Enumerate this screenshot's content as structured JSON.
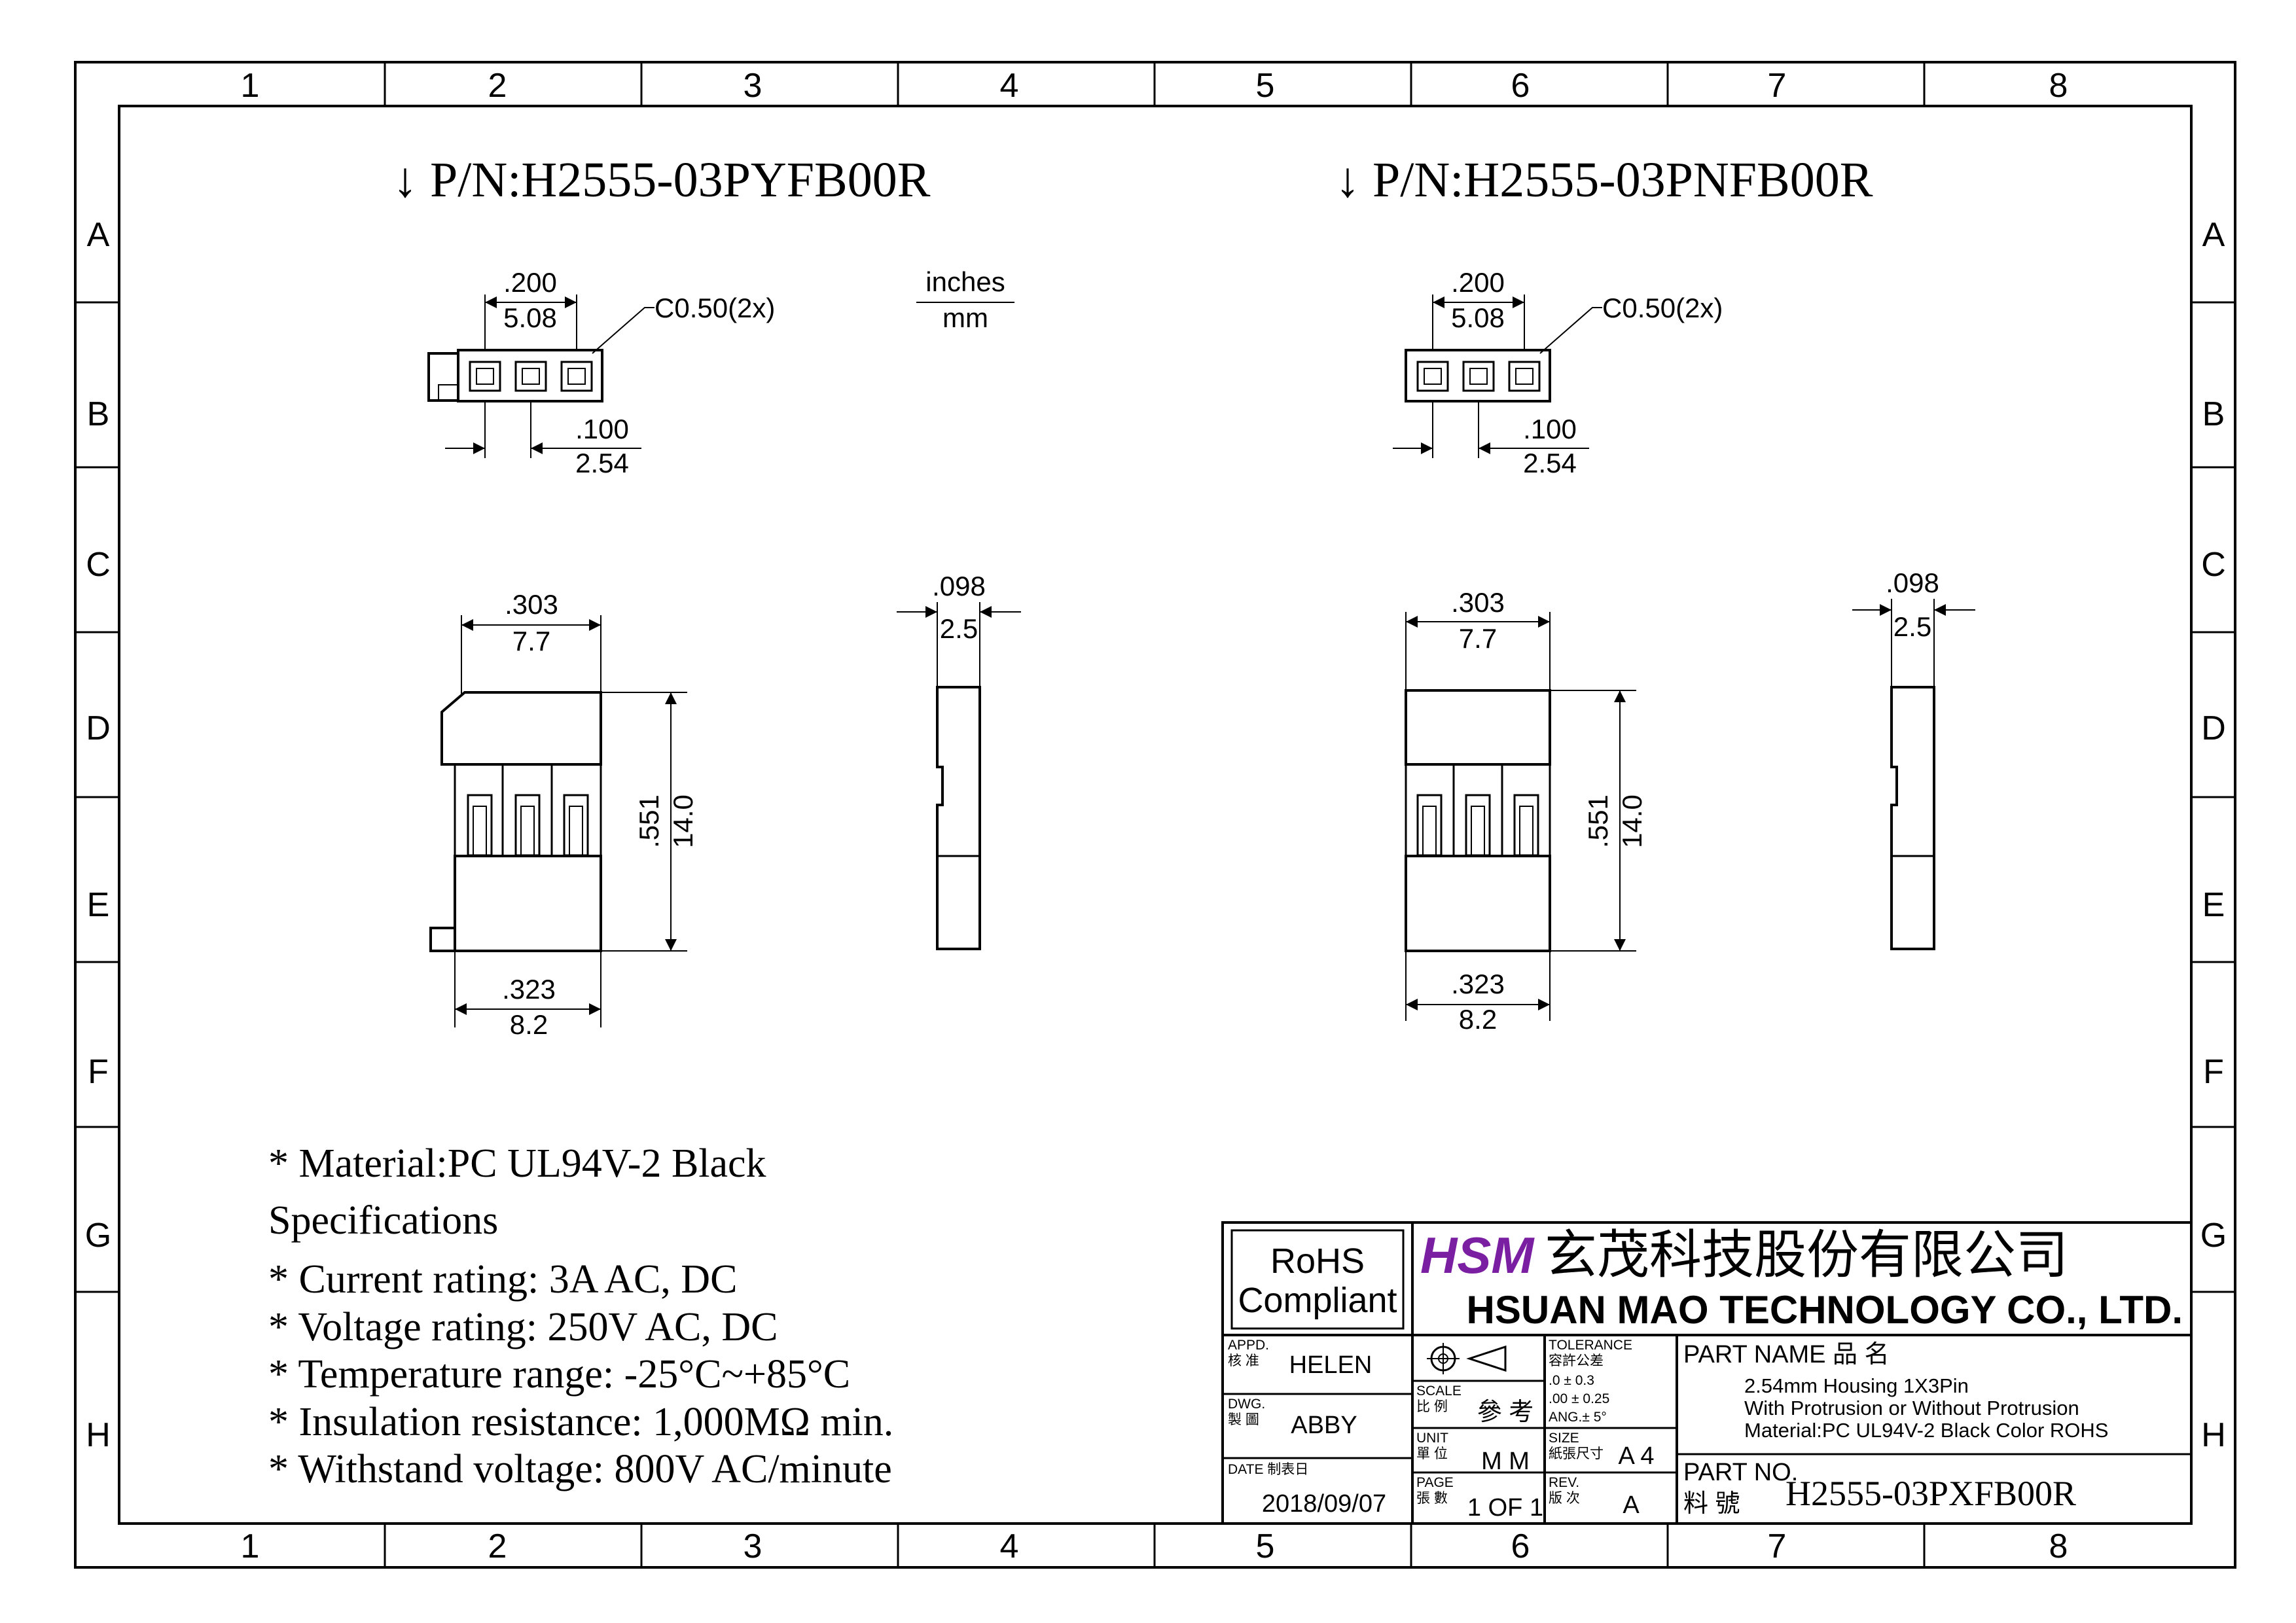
{
  "frame": {
    "columns": [
      "1",
      "2",
      "3",
      "4",
      "5",
      "6",
      "7",
      "8"
    ],
    "rows": [
      "A",
      "B",
      "C",
      "D",
      "E",
      "F",
      "G",
      "H"
    ]
  },
  "left_view": {
    "part_number": "↓ P/N:H2555-03PYFB00R",
    "top_pitch_in": ".200",
    "top_pitch_mm": "5.08",
    "chamfer": "C0.50(2x)",
    "pin_pitch_in": ".100",
    "pin_pitch_mm": "2.54",
    "width_in": ".303",
    "width_mm": "7.7",
    "height_in": ".551",
    "height_mm": "14.0",
    "base_in": ".323",
    "base_mm": "8.2",
    "side_in": ".098",
    "side_mm": "2.5"
  },
  "right_view": {
    "part_number": "↓ P/N:H2555-03PNFB00R",
    "top_pitch_in": ".200",
    "top_pitch_mm": "5.08",
    "chamfer": "C0.50(2x)",
    "pin_pitch_in": ".100",
    "pin_pitch_mm": "2.54",
    "width_in": ".303",
    "width_mm": "7.7",
    "height_in": ".551",
    "height_mm": "14.0",
    "base_in": ".323",
    "base_mm": "8.2",
    "side_in": ".098",
    "side_mm": "2.5"
  },
  "units_legend": {
    "top": "inches",
    "bottom": "mm"
  },
  "specs": {
    "material": "* Material:PC UL94V-2 Black",
    "heading": "Specifications",
    "items": [
      "* Current rating: 3A AC, DC",
      "* Voltage rating: 250V AC, DC",
      "* Temperature range: -25°C~+85°C",
      "* Insulation resistance: 1,000MΩ min.",
      "* Withstand voltage: 800V AC/minute"
    ]
  },
  "title_block": {
    "rohs_line1": "RoHS",
    "rohs_line2": "Compliant",
    "logo": "HSM",
    "company_cn": "玄茂科技股份有限公司",
    "company_en": "HSUAN MAO TECHNOLOGY CO., LTD.",
    "appd_label_en": "APPD.",
    "appd_label_cn": "核 准",
    "appd_value": "HELEN",
    "dwg_label_en": "DWG.",
    "dwg_label_cn": "製 圖",
    "dwg_value": "ABBY",
    "date_label": "DATE  制表日",
    "date_value": "2018/09/07",
    "scale_label_en": "SCALE",
    "scale_label_cn": "比 例",
    "scale_value": "參 考",
    "unit_label_en": "UNIT",
    "unit_label_cn": "單 位",
    "unit_value": "M M",
    "page_label_en": "PAGE",
    "page_label_cn": "張 數",
    "page_value": "1 OF 1",
    "tolerance_label_en": "TOLERANCE",
    "tolerance_label_cn": "容許公差",
    "tolerance_lines": [
      ".0    ± 0.3",
      ".00   ± 0.25",
      "ANG.± 5°"
    ],
    "size_label_en": "SIZE",
    "size_label_cn": "紙張尺寸",
    "size_value": "A 4",
    "rev_label_en": "REV.",
    "rev_label_cn": "版 次",
    "rev_value": "A",
    "part_name_label": "PART NAME  品  名",
    "part_name_lines": [
      "2.54mm Housing 1X3Pin",
      "With Protrusion or Without Protrusion",
      "Material:PC UL94V-2 Black Color ROHS"
    ],
    "part_no_label_en": "PART NO.",
    "part_no_label_cn": "料  號",
    "part_no_value": "H2555-03PXFB00R"
  }
}
